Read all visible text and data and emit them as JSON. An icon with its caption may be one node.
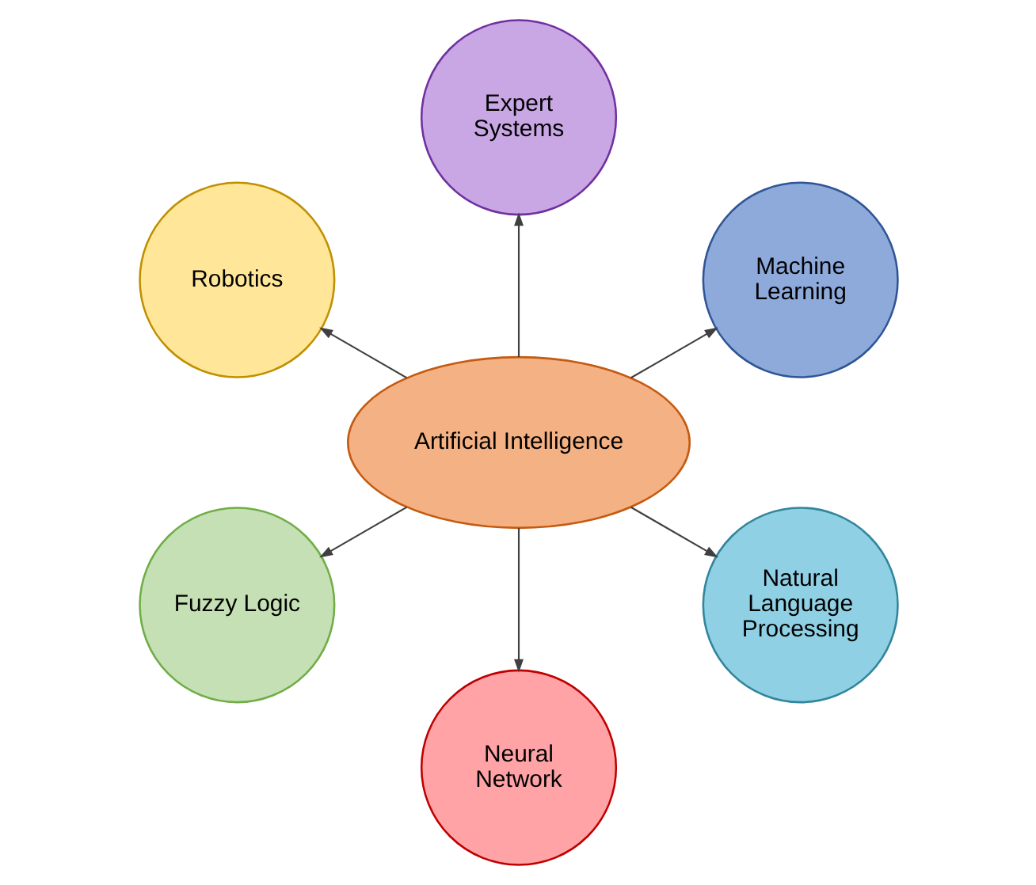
{
  "diagram": {
    "nodes": [
      {
        "text": [
          "Artificial Intelligence"
        ]
      },
      {
        "text": [
          "Machine Learning"
        ]
      },
      {
        "text": [
          "Expert Systems"
        ]
      },
      {
        "text": [
          "Robotics"
        ]
      },
      {
        "text": [
          "Fuzzy Logic"
        ]
      },
      {
        "text": [
          "Neural Network"
        ]
      },
      {
        "text": [
          "Natural Language Processing"
        ]
      }
    ],
    "edges": [
      {
        "from": 0,
        "to": 1,
        "arrow": "to"
      },
      {
        "from": 0,
        "to": 2,
        "arrow": "to"
      },
      {
        "from": 0,
        "to": 3,
        "arrow": "to"
      },
      {
        "from": 0,
        "to": 4,
        "arrow": "to"
      },
      {
        "from": 0,
        "to": 5,
        "arrow": "to"
      },
      {
        "from": 0,
        "to": 6,
        "arrow": "to"
      }
    ]
  }
}
